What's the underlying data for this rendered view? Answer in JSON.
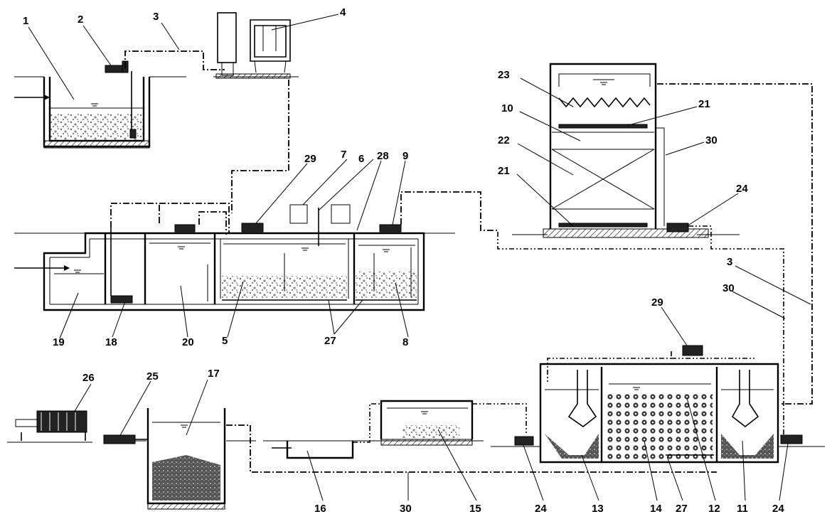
{
  "diagram": {
    "labels": [
      {
        "id": "l1",
        "text": "1"
      },
      {
        "id": "l2",
        "text": "2"
      },
      {
        "id": "l3a",
        "text": "3"
      },
      {
        "id": "l4",
        "text": "4"
      },
      {
        "id": "l23",
        "text": "23"
      },
      {
        "id": "l10",
        "text": "10"
      },
      {
        "id": "l21a",
        "text": "21"
      },
      {
        "id": "l22",
        "text": "22"
      },
      {
        "id": "l30a",
        "text": "30"
      },
      {
        "id": "l21b",
        "text": "21"
      },
      {
        "id": "l24a",
        "text": "24"
      },
      {
        "id": "l29a",
        "text": "29"
      },
      {
        "id": "l7",
        "text": "7"
      },
      {
        "id": "l6",
        "text": "6"
      },
      {
        "id": "l28",
        "text": "28"
      },
      {
        "id": "l9",
        "text": "9"
      },
      {
        "id": "l3b",
        "text": "3"
      },
      {
        "id": "l30b",
        "text": "30"
      },
      {
        "id": "l19",
        "text": "19"
      },
      {
        "id": "l18",
        "text": "18"
      },
      {
        "id": "l20",
        "text": "20"
      },
      {
        "id": "l5",
        "text": "5"
      },
      {
        "id": "l27a",
        "text": "27"
      },
      {
        "id": "l8",
        "text": "8"
      },
      {
        "id": "l29b",
        "text": "29"
      },
      {
        "id": "l26",
        "text": "26"
      },
      {
        "id": "l25",
        "text": "25"
      },
      {
        "id": "l17",
        "text": "17"
      },
      {
        "id": "l16",
        "text": "16"
      },
      {
        "id": "l30c",
        "text": "30"
      },
      {
        "id": "l15",
        "text": "15"
      },
      {
        "id": "l24b",
        "text": "24"
      },
      {
        "id": "l13",
        "text": "13"
      },
      {
        "id": "l14",
        "text": "14"
      },
      {
        "id": "l27b",
        "text": "27"
      },
      {
        "id": "l12",
        "text": "12"
      },
      {
        "id": "l11",
        "text": "11"
      },
      {
        "id": "l24c",
        "text": "24"
      }
    ]
  }
}
